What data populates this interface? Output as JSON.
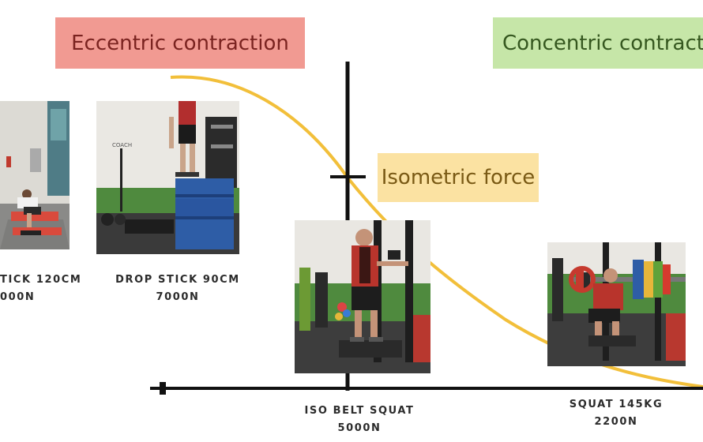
{
  "labels": {
    "eccentric": "Eccentric contraction",
    "concentric": "Concentric contracti",
    "isometric": "Isometric force"
  },
  "captions": {
    "drop_120": [
      "TICK 120CM",
      "000N"
    ],
    "drop_90": [
      "DROP STICK 90CM",
      "7000N"
    ],
    "iso_belt": [
      "ISO BELT SQUAT",
      "5000N"
    ],
    "squat": [
      "SQUAT 145KG",
      "2200N"
    ]
  },
  "colors": {
    "curve": "#f2bf3a",
    "axes": "#111111",
    "eccentric_bg": "#f19a92",
    "concentric_bg": "#c6e6a8",
    "isometric_bg": "#fbe2a2"
  }
}
